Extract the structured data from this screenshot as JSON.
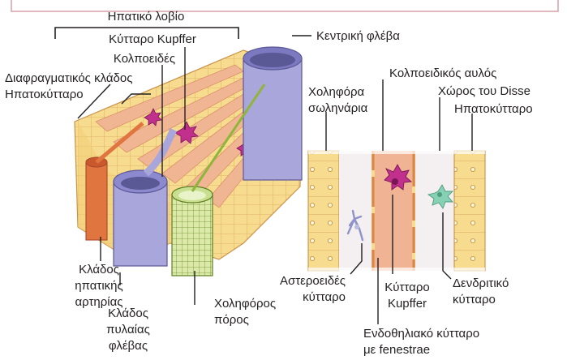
{
  "labels": {
    "hepatic_lobule": "Ηπατικό λοβίο",
    "kupffer_cell": "Κύτταρο Kupffer",
    "sinusoids": "Κολποειδές",
    "diaphragmatic_branch": "Διαφραγματικός κλάδος",
    "hepatocyte_left": "Ηπατοκύτταρο",
    "central_vein": "Κεντρική φλέβα",
    "hepatic_artery_branch": [
      "Κλάδος",
      "ηπατικής",
      "αρτηρίας"
    ],
    "portal_vein_branch": [
      "Κλάδος",
      "πυλαίας",
      "φλέβας"
    ],
    "bile_duct": [
      "Χοληφόρος",
      "πόρος"
    ],
    "sinusoidal_lumen": "Κολποειδικός αυλός",
    "bile_canaliculi": [
      "Χοληφόρα",
      "σωληνάρια"
    ],
    "space_of_disse": "Χώρος του Disse",
    "hepatocyte_right": "Ηπατοκύτταρο",
    "stellate_cell": [
      "Αστεροειδές",
      "κύτταρο"
    ],
    "kupffer_cell_right": [
      "Κύτταρο",
      "Kupffer"
    ],
    "dendritic_cell": [
      "Δενδριτικό",
      "κύτταρο"
    ],
    "endothelial_cell": [
      "Ενδοθηλιακό κύτταρο",
      "με fenestrae"
    ]
  },
  "colors": {
    "frame": "#d7a1a8",
    "hepatocyte": "#f7dc8f",
    "hepatocyte_line": "#d9a75b",
    "sinusoid": "#f0b494",
    "artery": "#e0753f",
    "portal_vein": "#a9a6dc",
    "bile_duct": "#c9df8f",
    "kupffer": "#c0308c",
    "dendritic": "#86d0b4",
    "leader": "#231f20"
  }
}
